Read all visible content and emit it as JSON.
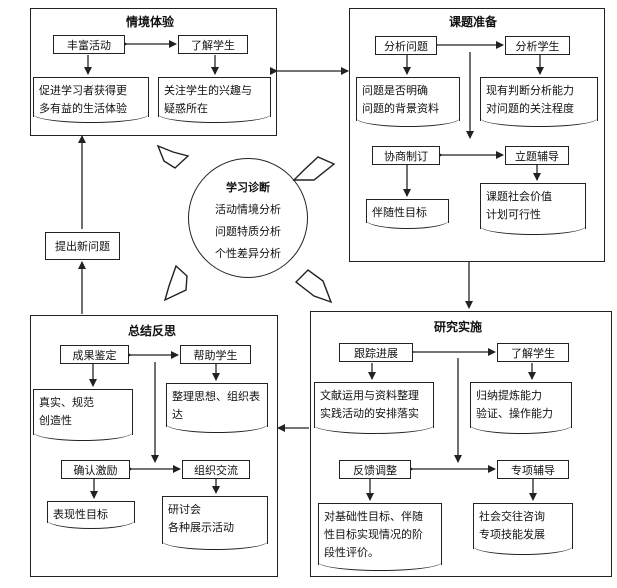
{
  "experience": {
    "title": "情境体验",
    "enrich": "丰富活动",
    "know_students": "了解学生",
    "doc_left": [
      "促进学习者获得更",
      "多有益的生活体验"
    ],
    "doc_right": [
      "关注学生的兴趣与",
      "疑惑所在"
    ]
  },
  "preparation": {
    "title": "课题准备",
    "analyze_problem": "分析问题",
    "analyze_students": "分析学生",
    "doc_left": [
      "问题是否明确",
      "问题的背景资料"
    ],
    "doc_right": [
      "现有判断分析能力",
      "对问题的关注程度"
    ],
    "negotiate": "协商制订",
    "guide": "立题辅导",
    "doc_negotiate": [
      "伴随性目标"
    ],
    "doc_guide": [
      "课题社会价值",
      "计划可行性"
    ]
  },
  "diagnosis": {
    "title": "学习诊断",
    "items": [
      "活动情境分析",
      "问题特质分析",
      "个性差异分析"
    ]
  },
  "new_question": "提出新问题",
  "summary": {
    "title": "总结反思",
    "assess": "成果鉴定",
    "help": "帮助学生",
    "doc_assess": [
      "真实、规范",
      "创造性"
    ],
    "doc_help": [
      "整理思想、组织表",
      "达"
    ],
    "confirm": "确认激励",
    "exchange": "组织交流",
    "doc_confirm": [
      "表现性目标"
    ],
    "doc_exchange": [
      "研讨会",
      "各种展示活动"
    ]
  },
  "implementation": {
    "title": "研究实施",
    "track": "跟踪进展",
    "know_students": "了解学生",
    "doc_track": [
      "文献运用与资料整理",
      "实践活动的安排落实"
    ],
    "doc_know": [
      "归纳提炼能力",
      "验证、操作能力"
    ],
    "feedback": "反馈调整",
    "special": "专项辅导",
    "doc_feedback": [
      "对基础性目标、伴随",
      "性目标实现情况的阶",
      "段性评价。"
    ],
    "doc_special": [
      "社会交往咨询",
      "专项技能发展"
    ]
  }
}
